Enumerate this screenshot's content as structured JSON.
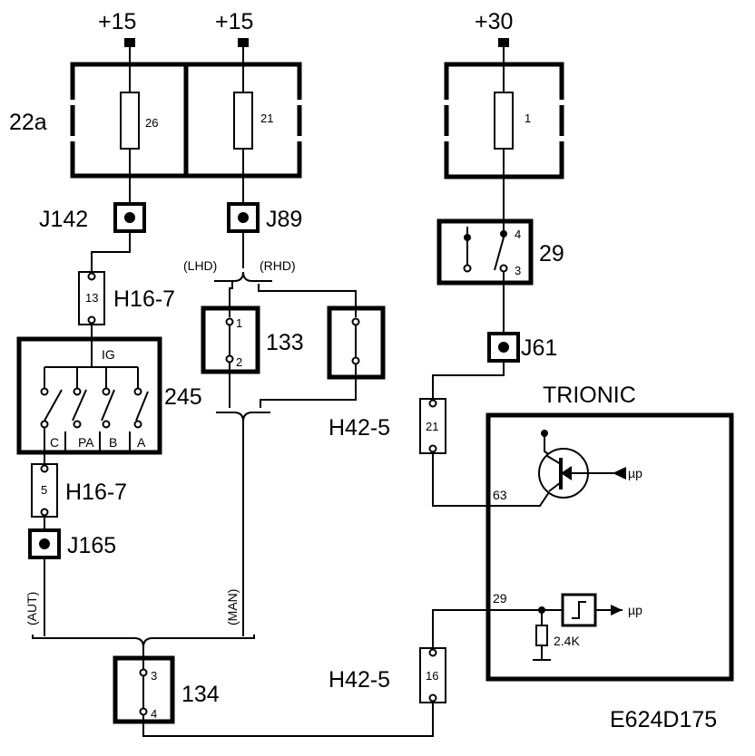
{
  "diagram": {
    "code": "E624D175",
    "supplies": {
      "s1": "+15",
      "s2": "+15",
      "s3": "+30"
    },
    "fusebox": {
      "label": "22a",
      "fuse_a": "26",
      "fuse_b": "21"
    },
    "fuse_main": {
      "label": "1"
    },
    "splices": {
      "j142": "J142",
      "j89": "J89",
      "j61": "J61",
      "j165": "J165"
    },
    "connectors": {
      "h16_top": {
        "label": "H16-7",
        "pin": "13"
      },
      "h16_bot": {
        "label": "H16-7",
        "pin": "5"
      },
      "h42_top": {
        "label": "H42-5",
        "pin": "21"
      },
      "h42_bot": {
        "label": "H42-5",
        "pin": "16"
      }
    },
    "relay29": {
      "label": "29",
      "pin_a": "4",
      "pin_b": "3"
    },
    "switch133": {
      "label": "133",
      "pin_a": "1",
      "pin_b": "2"
    },
    "switch134": {
      "label": "134",
      "pin_a": "3",
      "pin_b": "4"
    },
    "ign245": {
      "label": "245",
      "ig": "IG",
      "positions": [
        "C",
        "PA",
        "B",
        "A"
      ]
    },
    "variants": {
      "lhd": "(LHD)",
      "rhd": "(RHD)",
      "aut": "(AUT)",
      "man": "(MAN)"
    },
    "trionic": {
      "title": "TRIONIC",
      "pin_a": "63",
      "pin_b": "29",
      "resistor": "2.4K",
      "mu_a": "µp",
      "mu_b": "µp"
    }
  }
}
